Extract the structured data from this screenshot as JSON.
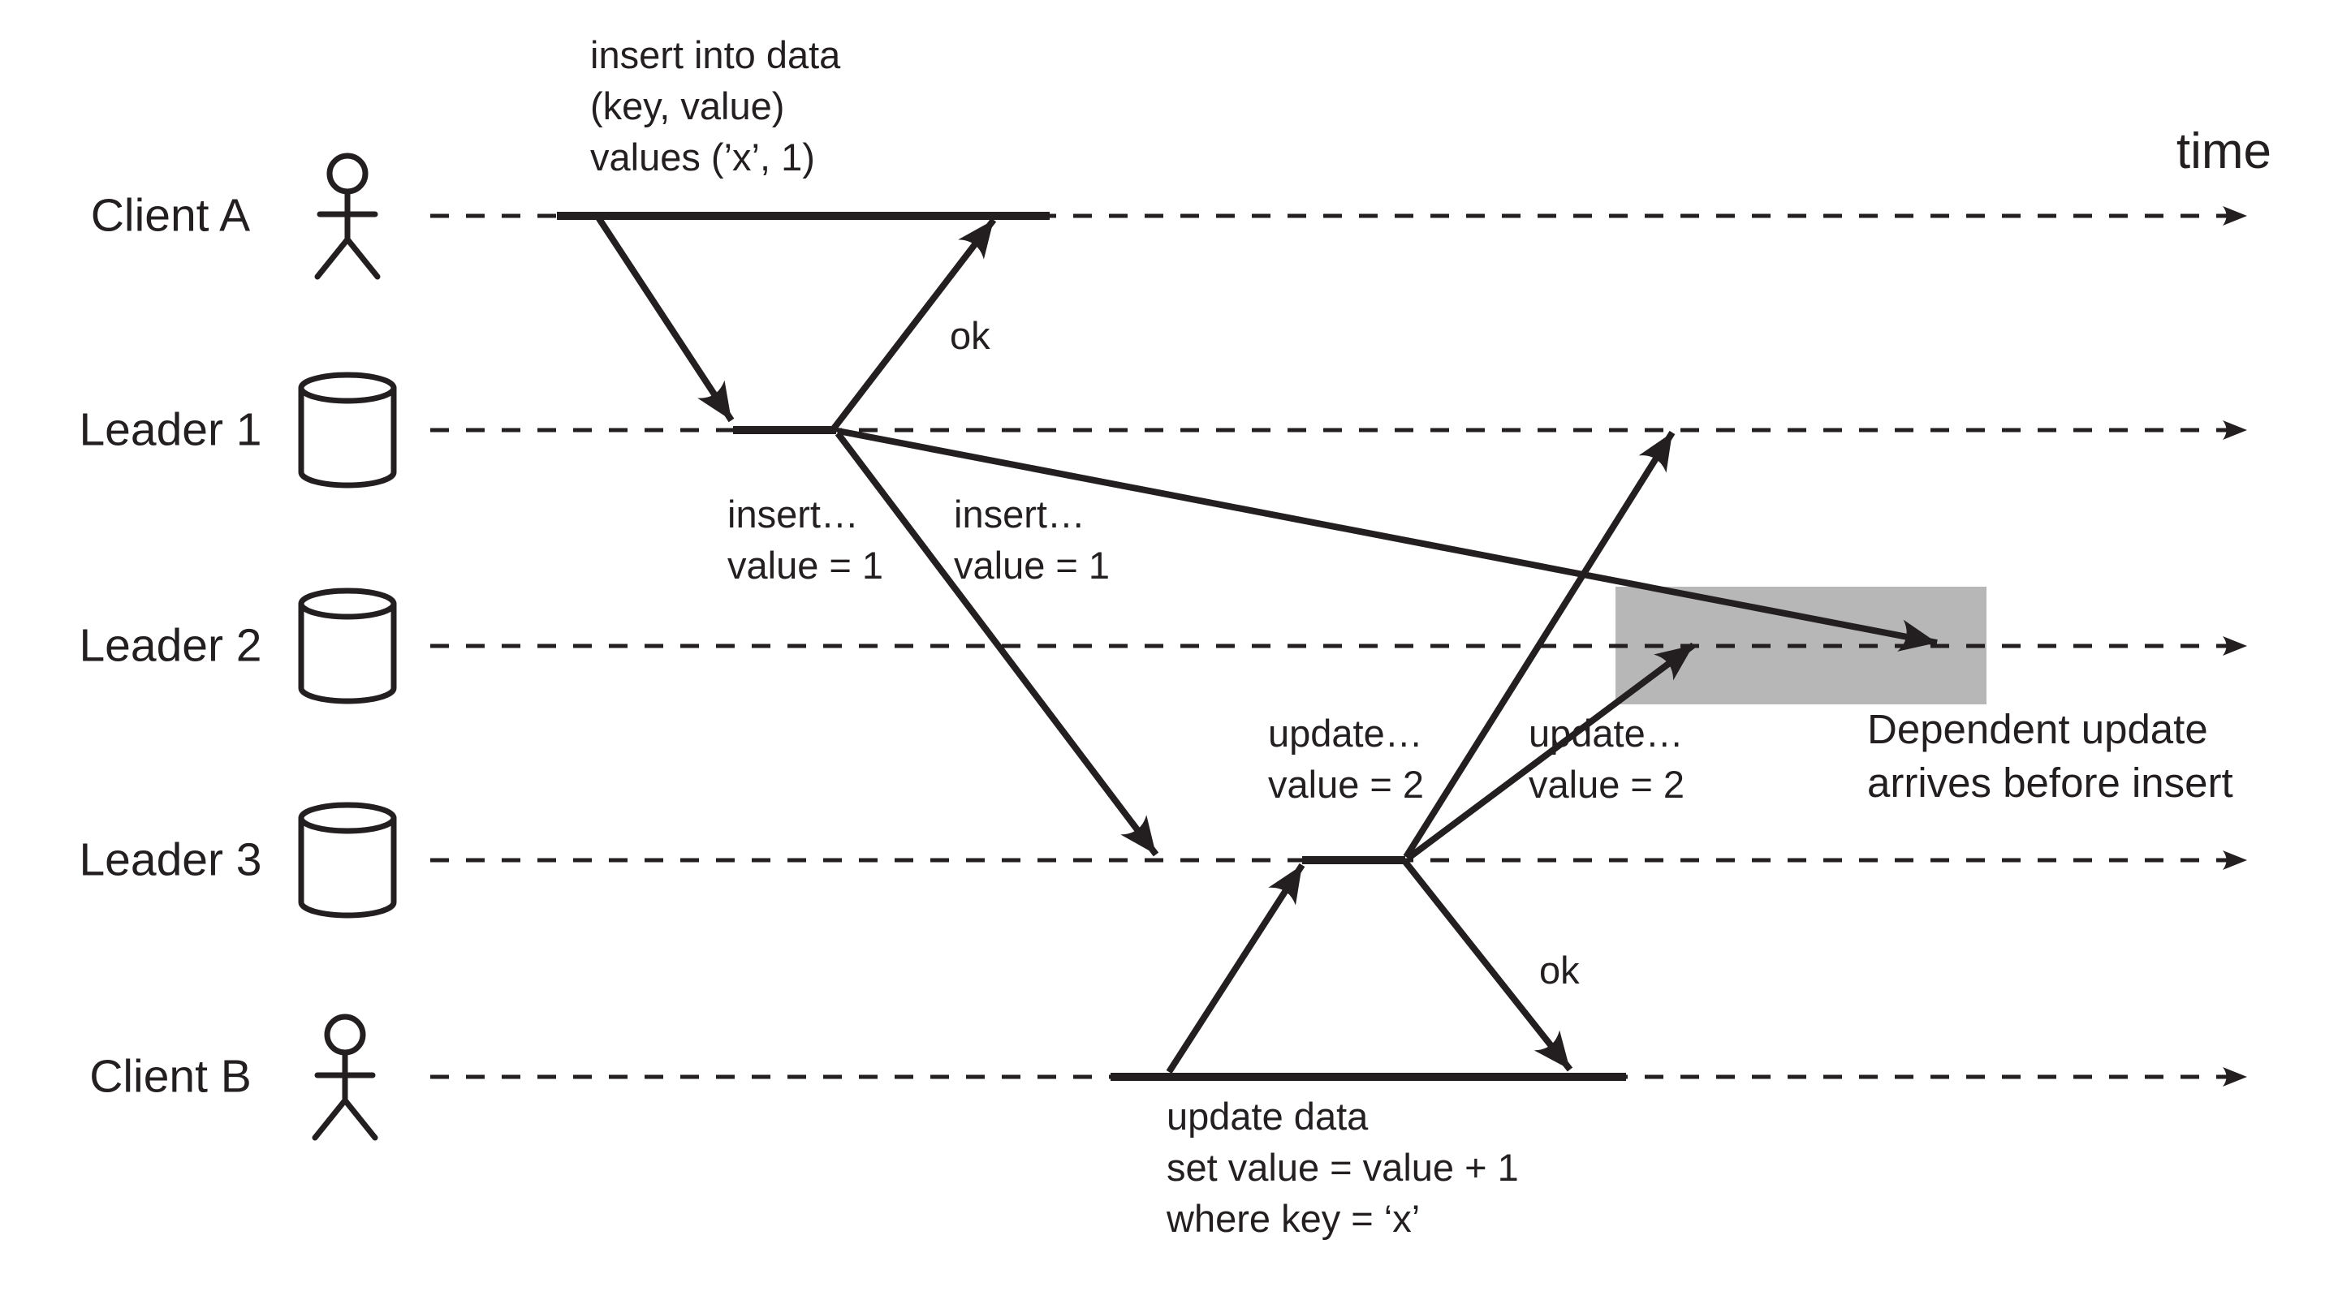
{
  "time_label": "time",
  "colors": {
    "ink": "#231f20",
    "highlight": "#b7b7b7",
    "background": "#ffffff"
  },
  "lanes": [
    {
      "label": "Client A",
      "icon": "person-icon"
    },
    {
      "label": "Leader 1",
      "icon": "database-icon"
    },
    {
      "label": "Leader 2",
      "icon": "database-icon"
    },
    {
      "label": "Leader 3",
      "icon": "database-icon"
    },
    {
      "label": "Client B",
      "icon": "person-icon"
    }
  ],
  "messages": {
    "insert_query": "insert into data\n(key, value)\nvalues (’x’, 1)",
    "insert_ok": "ok",
    "insert_replication_left": "insert…\nvalue = 1",
    "insert_replication_right": "insert…\nvalue = 1",
    "update_replication_left": "update…\nvalue = 2",
    "update_replication_right": "update…\nvalue = 2",
    "update_query": "update data\nset value = value + 1\nwhere key = ‘x’",
    "update_ok": "ok",
    "highlight_note": "Dependent update\narrives before insert"
  }
}
